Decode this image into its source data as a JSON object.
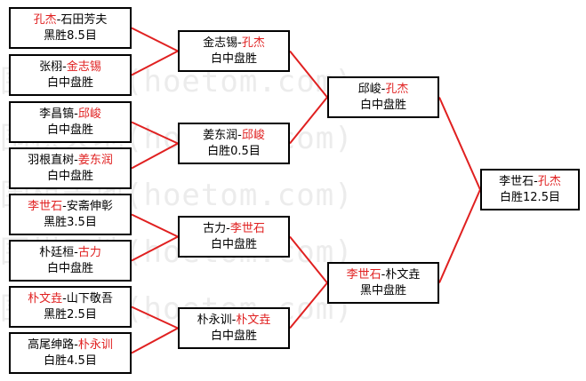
{
  "colors": {
    "winner": "#e02020",
    "text": "#000000",
    "connector": "#e02020",
    "watermark": "#ececec"
  },
  "watermark": [
    "",
    "围棋天地(hoetom.com)",
    "围棋天地(hoetom.com)",
    "围棋天地(hoetom.com)",
    "围棋天地(hoetom.com)",
    "围棋天地(hoetom.com)",
    ""
  ],
  "rounds": {
    "r0": [
      {
        "p1": "孔杰",
        "sep": "-",
        "p2": "石田芳夫",
        "winner": 1,
        "result": "黑胜8.5目"
      },
      {
        "p1": "张栩",
        "sep": "-",
        "p2": "金志锡",
        "winner": 2,
        "result": "白中盘胜"
      },
      {
        "p1": "李昌镐",
        "sep": "-",
        "p2": "邱峻",
        "winner": 2,
        "result": "白中盘胜"
      },
      {
        "p1": "羽根直树",
        "sep": "-",
        "p2": "姜东润",
        "winner": 2,
        "result": "白中盘胜"
      },
      {
        "p1": "李世石",
        "sep": "-",
        "p2": "安斋伸彰",
        "winner": 1,
        "result": "黑胜3.5目"
      },
      {
        "p1": "朴廷桓",
        "sep": "-",
        "p2": "古力",
        "winner": 2,
        "result": "白中盘胜"
      },
      {
        "p1": "朴文垚",
        "sep": "-",
        "p2": "山下敬吾",
        "winner": 1,
        "result": "黑胜2.5目"
      },
      {
        "p1": "高尾绅路",
        "sep": "-",
        "p2": "朴永训",
        "winner": 2,
        "result": "白胜4.5目"
      }
    ],
    "r1": [
      {
        "p1": "金志锡",
        "sep": "-",
        "p2": "孔杰",
        "winner": 2,
        "result": "白中盘胜"
      },
      {
        "p1": "姜东润",
        "sep": "-",
        "p2": "邱峻",
        "winner": 2,
        "result": "白胜0.5目"
      },
      {
        "p1": "古力",
        "sep": "-",
        "p2": "李世石",
        "winner": 2,
        "result": "白中盘胜"
      },
      {
        "p1": "朴永训",
        "sep": "-",
        "p2": "朴文垚",
        "winner": 2,
        "result": "白中盘胜"
      }
    ],
    "r2": [
      {
        "p1": "邱峻",
        "sep": "-",
        "p2": "孔杰",
        "winner": 2,
        "result": "白中盘胜"
      },
      {
        "p1": "李世石",
        "sep": "-",
        "p2": "朴文垚",
        "winner": 1,
        "result": "黑中盘胜"
      }
    ],
    "r3": [
      {
        "p1": "李世石",
        "sep": "-",
        "p2": "孔杰",
        "winner": 2,
        "result": "白胜12.5目"
      }
    ]
  }
}
